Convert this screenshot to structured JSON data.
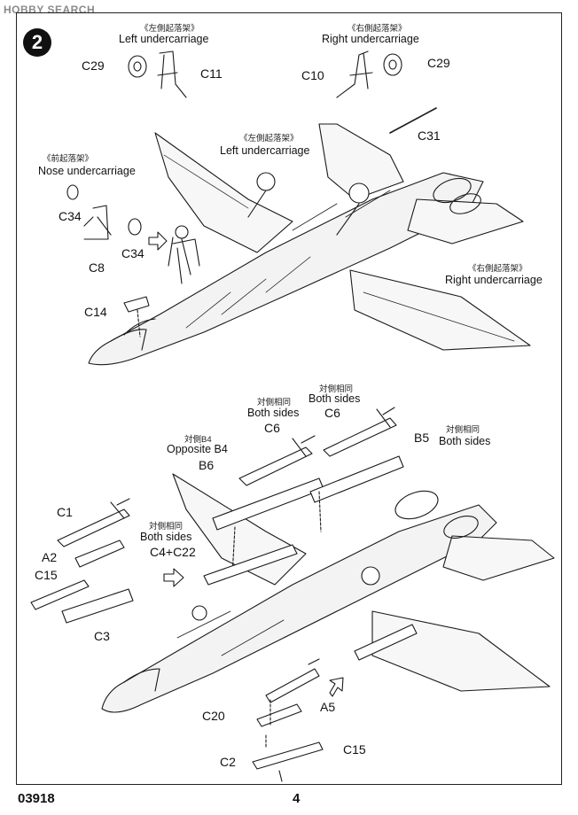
{
  "watermark": "HOBBY SEARCH",
  "step_number": "2",
  "footer": {
    "kit_code": "03918",
    "page_number": "4"
  },
  "labels": {
    "left_gear_top_cn": "《左側起落架》",
    "left_gear_top_en": "Left undercarriage",
    "right_gear_top_cn": "《右側起落架》",
    "right_gear_top_en": "Right undercarriage",
    "left_gear_mid_cn": "《左側起落架》",
    "left_gear_mid_en": "Left undercarriage",
    "nose_gear_cn": "《前起落架》",
    "nose_gear_en": "Nose undercarriage",
    "right_gear_mid_cn": "《右側起落架》",
    "right_gear_mid_en": "Right undercarriage",
    "both_sides_1_cn": "対側相同",
    "both_sides_1_en": "Both sides",
    "both_sides_2_cn": "対側相同",
    "both_sides_2_en": "Both sides",
    "both_sides_3_cn": "対側相同",
    "both_sides_3_en": "Both sides",
    "both_sides_4_cn": "対側相同",
    "both_sides_4_en": "Both sides",
    "opposite_b4_cn": "対側B4",
    "opposite_b4_en": "Opposite B4"
  },
  "parts": {
    "c29_left": "C29",
    "c11": "C11",
    "c10": "C10",
    "c29_right": "C29",
    "c31": "C31",
    "c34_a": "C34",
    "c34_b": "C34",
    "c8": "C8",
    "c14": "C14",
    "c6_a": "C6",
    "c6_b": "C6",
    "b5": "B5",
    "b6": "B6",
    "c1": "C1",
    "a2": "A2",
    "c15_a": "C15",
    "c3": "C3",
    "c4_c22": "C4+C22",
    "c20": "C20",
    "a5": "A5",
    "c2": "C2",
    "c15_b": "C15"
  }
}
